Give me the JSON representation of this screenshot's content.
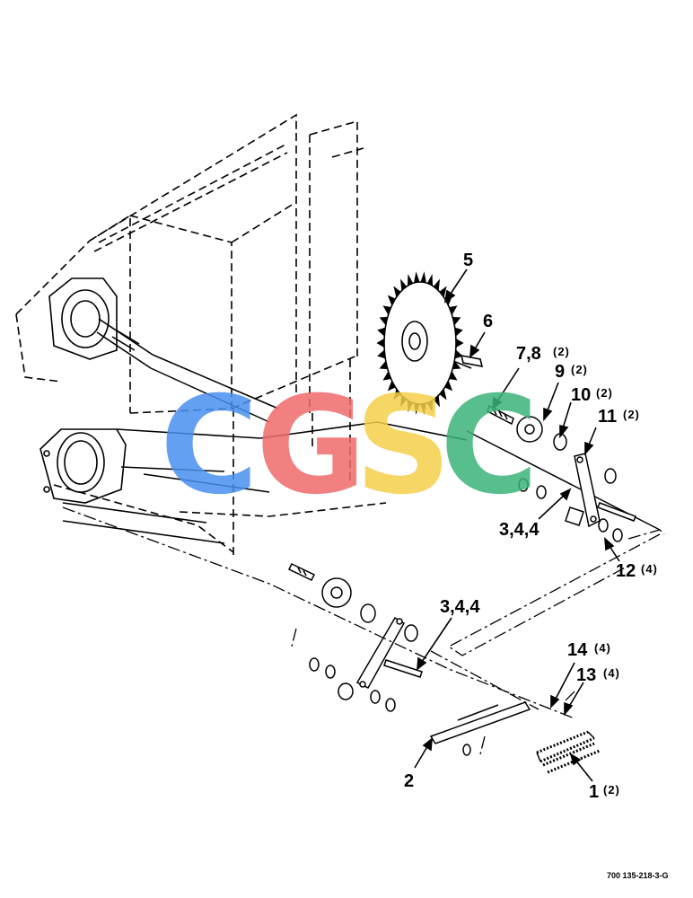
{
  "callouts": {
    "c5": "5",
    "c6": "6",
    "c78": "7,8",
    "c78_qty": "(2)",
    "c9": "9",
    "c9_qty": "(2)",
    "c10": "10",
    "c10_qty": "(2)",
    "c11": "11",
    "c11_qty": "(2)",
    "c344_upper": "3,4,4",
    "c12": "12",
    "c12_qty": "(4)",
    "c344_lower": "3,4,4",
    "c14": "14",
    "c14_qty": "(4)",
    "c13": "13",
    "c13_qty": "(4)",
    "c2": "2",
    "c1": "1",
    "c1_qty": "(2)"
  },
  "drawing_code": "700 135-218-3-G",
  "watermark": {
    "letters": [
      "C",
      "G",
      "S",
      "C"
    ],
    "colors": [
      "#4a90f0",
      "#f06a6a",
      "#f5d04a",
      "#3db37a"
    ]
  }
}
